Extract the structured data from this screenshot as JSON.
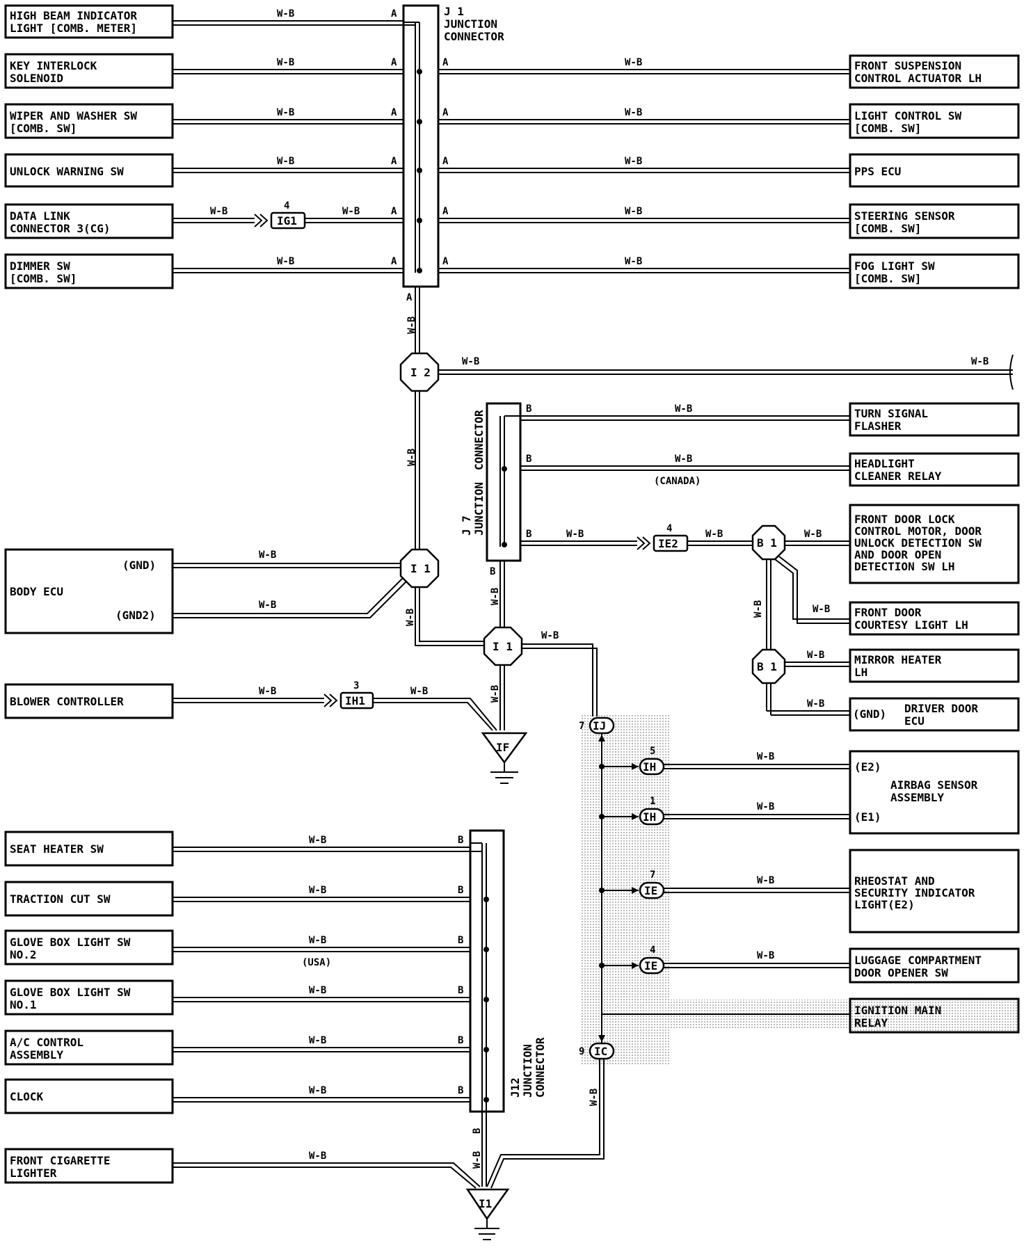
{
  "connectors": {
    "j1": {
      "id": "J 1",
      "line1": "JUNCTION",
      "line2": "CONNECTOR"
    },
    "j7": {
      "id": "J 7",
      "line1": "JUNCTION",
      "line2": "CONNECTOR"
    },
    "j12": {
      "id": "J12",
      "line1": "JUNCTION",
      "line2": "CONNECTOR"
    }
  },
  "labels": {
    "wb": "W-B",
    "pin_a": "A",
    "pin_b": "B",
    "canada": "(CANADA)",
    "usa": "(USA)",
    "ig1": "IG1",
    "ig1_pin": "4",
    "ie2": "IE2",
    "ie2_pin": "4",
    "ih1": "IH1",
    "ih1_pin": "3",
    "i2": "I 2",
    "i1": "I 1",
    "b1": "B 1",
    "if_gnd": "IF",
    "i1_gnd": "I1",
    "ij": "IJ",
    "ij_pin": "7",
    "ih": "IH",
    "ih_pin5": "5",
    "ih_pin1": "1",
    "ie": "IE",
    "ie_pin7": "7",
    "ie_pin4": "4",
    "ic": "IC",
    "ic_pin": "9"
  },
  "left_j1": [
    {
      "l1": "HIGH BEAM INDICATOR",
      "l2": "LIGHT [COMB. METER]"
    },
    {
      "l1": "KEY INTERLOCK",
      "l2": "SOLENOID"
    },
    {
      "l1": "WIPER AND WASHER SW",
      "l2": "[COMB. SW]"
    },
    {
      "l1": "UNLOCK WARNING SW"
    },
    {
      "l1": "DATA LINK",
      "l2": "CONNECTOR 3(CG)"
    },
    {
      "l1": "DIMMER SW",
      "l2": "[COMB. SW]"
    }
  ],
  "right_j1": [
    {
      "l1": "FRONT SUSPENSION",
      "l2": "CONTROL ACTUATOR LH"
    },
    {
      "l1": "LIGHT CONTROL SW",
      "l2": "[COMB. SW]"
    },
    {
      "l1": "PPS ECU"
    },
    {
      "l1": "STEERING SENSOR",
      "l2": "[COMB. SW]"
    },
    {
      "l1": "FOG LIGHT SW",
      "l2": "[COMB. SW]"
    }
  ],
  "right_j7": [
    {
      "l1": "TURN SIGNAL",
      "l2": "FLASHER"
    },
    {
      "l1": "HEADLIGHT",
      "l2": "CLEANER RELAY"
    },
    {
      "l1": "FRONT DOOR LOCK",
      "l2": "CONTROL MOTOR, DOOR",
      "l3": "UNLOCK DETECTION SW",
      "l4": "AND DOOR OPEN",
      "l5": "DETECTION SW LH"
    },
    {
      "l1": "FRONT DOOR",
      "l2": "COURTESY LIGHT LH"
    },
    {
      "l1": "MIRROR HEATER",
      "l2": "LH"
    },
    {
      "gnd": "(GND)",
      "l1": "DRIVER DOOR",
      "l2": "ECU"
    }
  ],
  "body_ecu": {
    "name": "BODY ECU",
    "gnd": "(GND)",
    "gnd2": "(GND2)"
  },
  "blower": {
    "name": "BLOWER CONTROLLER"
  },
  "right_bus": [
    {
      "e2": "(E2)",
      "l1": "AIRBAG SENSOR",
      "l2": "ASSEMBLY",
      "e1": "(E1)"
    },
    {
      "l1": "RHEOSTAT AND",
      "l2": "SECURITY INDICATOR",
      "l3": "LIGHT(E2)"
    },
    {
      "l1": "LUGGAGE COMPARTMENT",
      "l2": "DOOR OPENER SW"
    },
    {
      "l1": "IGNITION MAIN",
      "l2": "RELAY"
    }
  ],
  "left_j12": [
    {
      "l1": "SEAT HEATER SW"
    },
    {
      "l1": "TRACTION CUT SW"
    },
    {
      "l1": "GLOVE BOX LIGHT SW",
      "l2": "NO.2"
    },
    {
      "l1": "GLOVE BOX LIGHT SW",
      "l2": "NO.1"
    },
    {
      "l1": "A/C CONTROL",
      "l2": "ASSEMBLY"
    },
    {
      "l1": "CLOCK"
    },
    {
      "l1": "FRONT CIGARETTE",
      "l2": "LIGHTER"
    }
  ]
}
